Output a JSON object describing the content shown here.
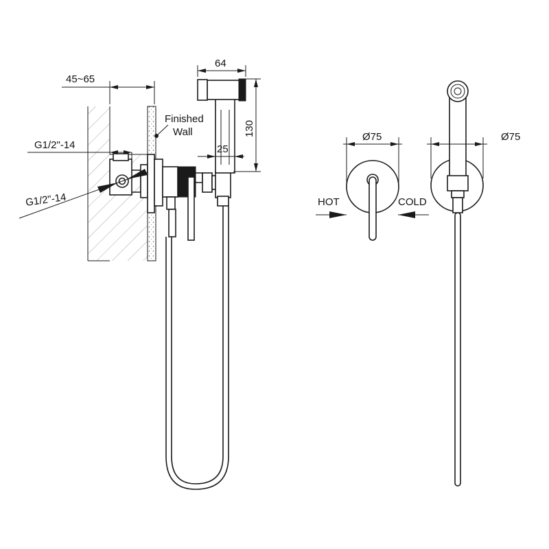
{
  "side_view": {
    "dim_depth": "45~65",
    "dim_thread_top": "G1/2\"-14",
    "dim_thread_bottom": "G1/2\"-14",
    "finished_wall_line1": "Finished",
    "finished_wall_line2": "Wall",
    "dim_sprayer_width": "64",
    "dim_sprayer_height": "130",
    "dim_sprayer_offset": "25"
  },
  "front_view": {
    "dim_plate_left": "Ø75",
    "dim_plate_right": "Ø75",
    "label_hot": "HOT",
    "label_cold": "COLD"
  }
}
